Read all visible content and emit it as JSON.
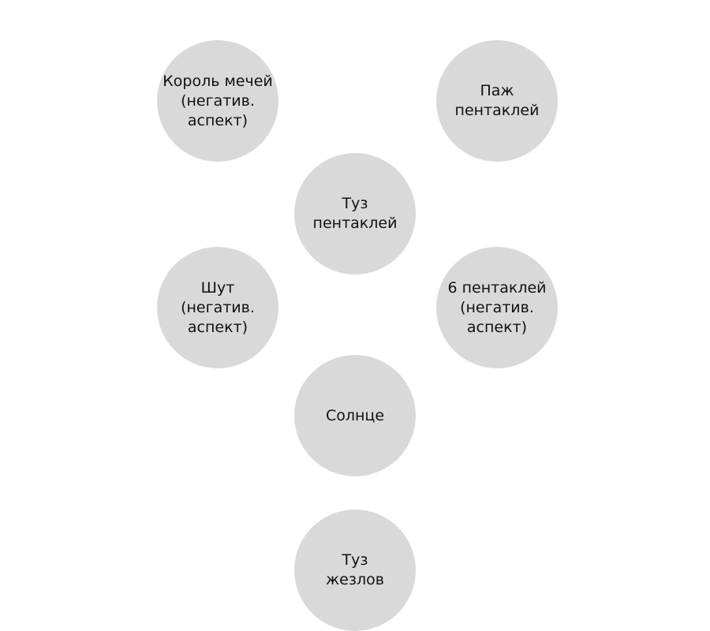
{
  "cards": [
    {
      "label": "Король мечей\n(негатив.\nаспект)"
    },
    {
      "label": "Паж\nпентаклей"
    },
    {
      "label": "Туз\nпентаклей"
    },
    {
      "label": "Шут\n(негатив.\nаспект)"
    },
    {
      "label": "6 пентаклей\n(негатив.\nаспект)"
    },
    {
      "label": "Солнце"
    },
    {
      "label": "Туз\nжезлов"
    }
  ],
  "colors": {
    "circle_fill": "#d9d9d9",
    "text": "#111111",
    "background": "#ffffff"
  }
}
